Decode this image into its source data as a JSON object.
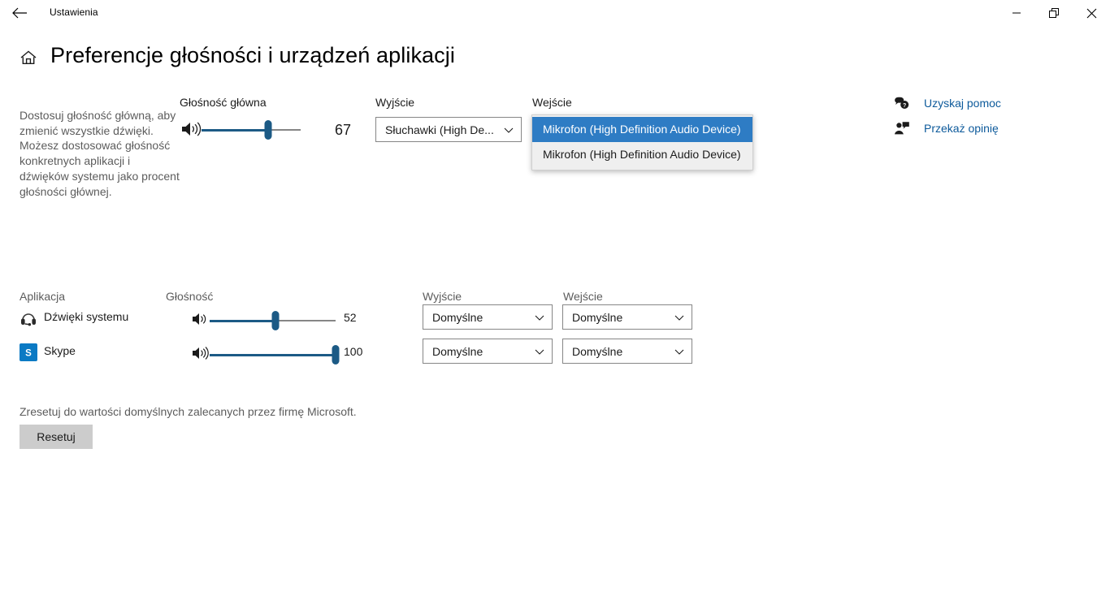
{
  "window": {
    "title": "Ustawienia",
    "back_icon": "back-arrow-icon",
    "minimize_label": "–",
    "restore_label": "restore-icon",
    "close_label": "✕"
  },
  "header": {
    "home_icon": "home-icon",
    "page_title": "Preferencje głośności i urządzeń aplikacji"
  },
  "description": "Dostosuj głośność główną, aby zmienić wszystkie dźwięki. Możesz dostosować głośność konkretnych aplikacji i dźwięków systemu jako procent głośności głównej.",
  "master": {
    "label": "Głośność główna",
    "speaker_icon": "speaker-volume-icon",
    "value": 67,
    "value_text": "67",
    "min": 0,
    "max": 100
  },
  "device_output": {
    "label": "Wyjście",
    "selected": "Słuchawki (High De...",
    "chevron_icon": "chevron-down-icon"
  },
  "device_input": {
    "label": "Wejście",
    "open": true,
    "selected_index": 0,
    "options": [
      "Mikrofon (High Definition Audio Device)",
      "Mikrofon (High Definition Audio Device)"
    ]
  },
  "app_section": {
    "columns": {
      "app": "Aplikacja",
      "volume": "Głośność",
      "output": "Wyjście",
      "input": "Wejście"
    },
    "rows": [
      {
        "icon": "headset-icon",
        "name": "Dźwięki systemu",
        "speaker_icon": "speaker-volume-icon",
        "volume": 52,
        "volume_text": "52",
        "output": "Domyślne",
        "input": "Domyślne"
      },
      {
        "icon": "skype-icon",
        "name": "Skype",
        "speaker_icon": "speaker-volume-icon",
        "volume": 100,
        "volume_text": "100",
        "output": "Domyślne",
        "input": "Domyślne"
      }
    ]
  },
  "reset": {
    "description": "Zresetuj do wartości domyślnych zalecanych przez firmę Microsoft.",
    "button_label": "Resetuj"
  },
  "side_links": [
    {
      "icon": "help-bubble-icon",
      "label": "Uzyskaj pomoc"
    },
    {
      "icon": "feedback-person-icon",
      "label": "Przekaż opinię"
    }
  ],
  "colors": {
    "accent": "#0078d4",
    "slider_fill": "#1c5a85",
    "highlight": "#2e7cc4",
    "link": "#0d5a9b",
    "muted_text": "#5c5c5c"
  }
}
